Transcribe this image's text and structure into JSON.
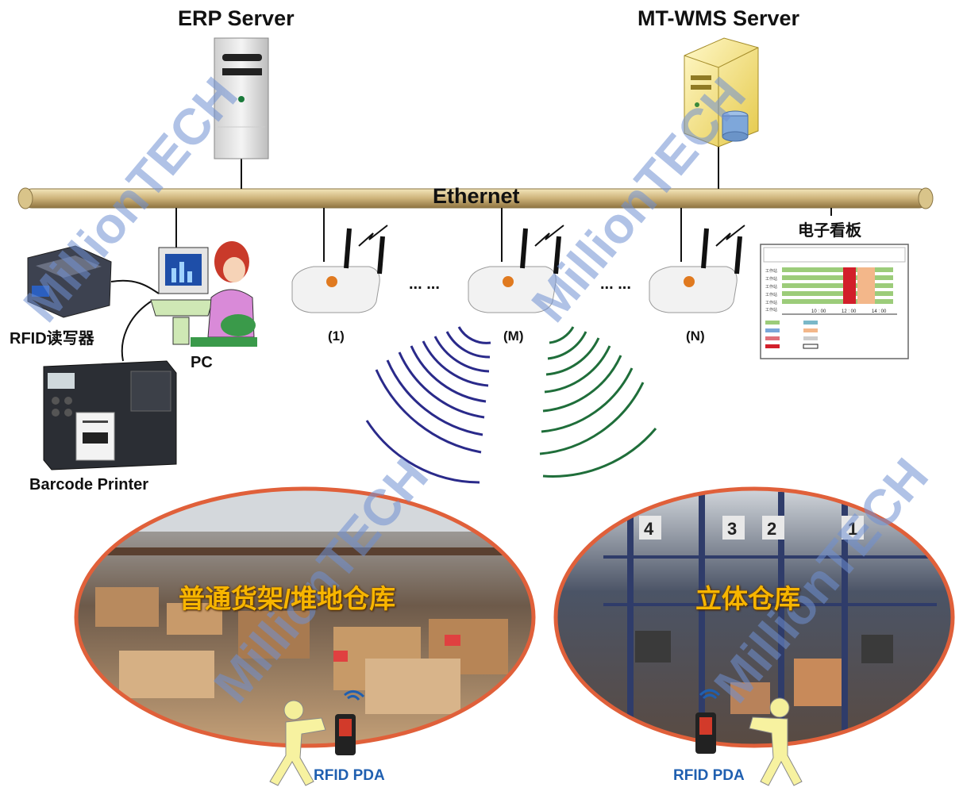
{
  "servers": {
    "erp": {
      "label": "ERP Server",
      "icon": "tower-server-icon"
    },
    "wms": {
      "label": "MT-WMS Server",
      "icon": "database-server-icon"
    }
  },
  "network": {
    "label": "Ethernet",
    "color": "#d9c48a"
  },
  "left_devices": {
    "rfid_reader": {
      "label": "RFID读写器",
      "icon": "rfid-reader-icon"
    },
    "pc": {
      "label": "PC",
      "icon": "pc-user-icon"
    },
    "printer": {
      "label": "Barcode Printer",
      "icon": "barcode-printer-icon"
    }
  },
  "access_points": [
    {
      "label": "(1)",
      "icon": "wireless-access-point-icon"
    },
    {
      "label": "(M)",
      "icon": "wireless-access-point-icon"
    },
    {
      "label": "(N)",
      "icon": "wireless-access-point-icon"
    }
  ],
  "ellipsis": "... ...",
  "dashboard": {
    "title": "电子看板",
    "time_ticks": [
      "10 : 00",
      "12 : 00",
      "14 : 00"
    ],
    "row_labels": [
      "工作站",
      "工作站",
      "工作站",
      "工作站",
      "工作站",
      "工作站"
    ]
  },
  "warehouses": [
    {
      "title": "普通货架/堆地仓库",
      "pda_label": "RFID PDA"
    },
    {
      "title": "立体仓库",
      "pda_label": "RFID PDA"
    }
  ],
  "rack_numbers": [
    "4",
    "3",
    "2",
    "1"
  ],
  "watermark": "MillionTECH",
  "colors": {
    "wave_blue": "#2a2a8a",
    "wave_green": "#1f6e3a",
    "ellipse_border": "#e0603a",
    "title_yellow": "#f7b500"
  }
}
